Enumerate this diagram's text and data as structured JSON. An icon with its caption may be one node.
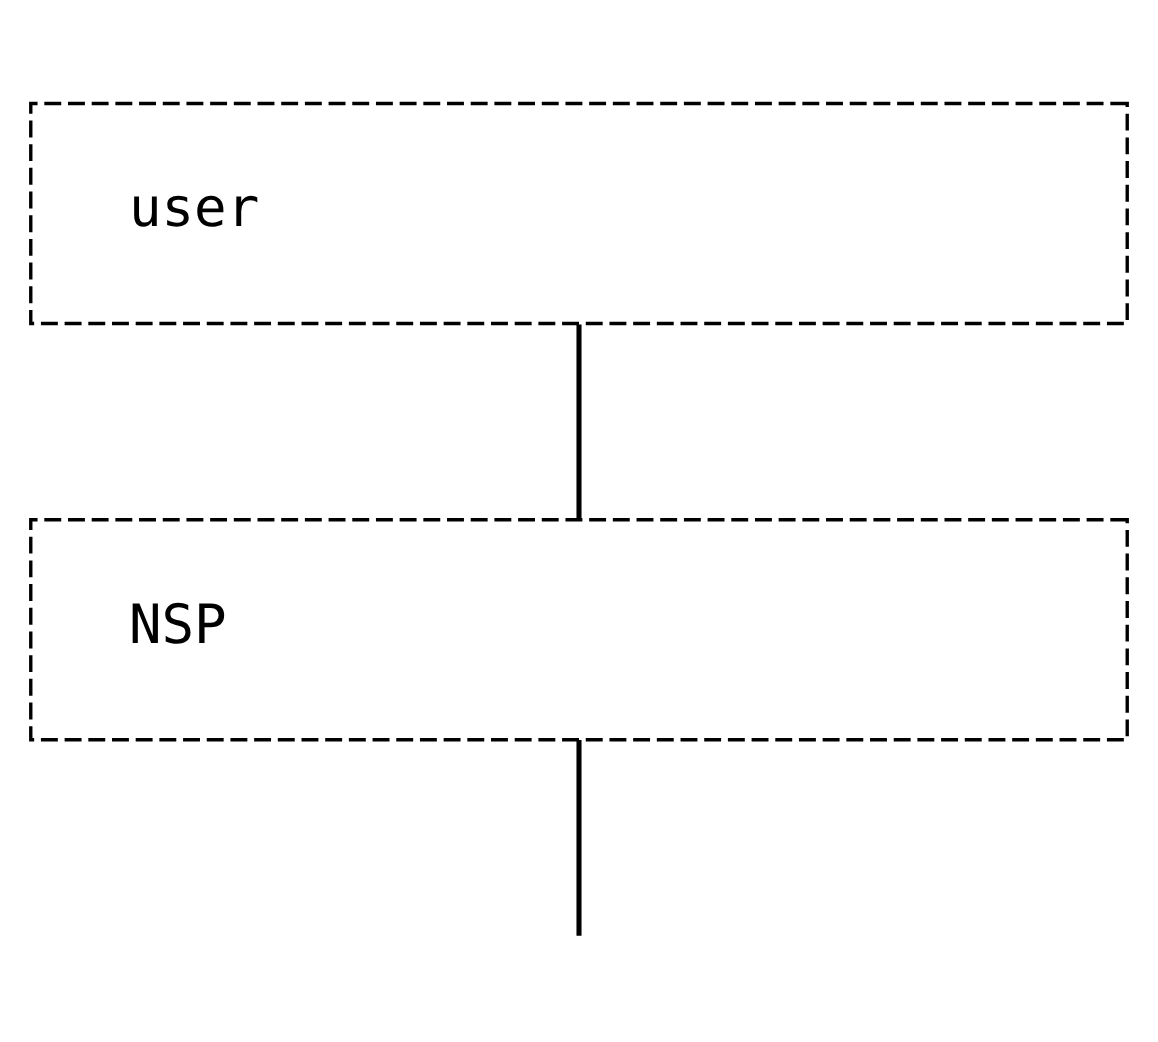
{
  "diagram": {
    "nodes": [
      {
        "text": [
          "user"
        ]
      },
      {
        "text": [
          "NSP"
        ]
      }
    ],
    "edges": [
      {
        "from": 0,
        "to": 1,
        "arrow": "none"
      },
      {
        "from": 1,
        "to": null,
        "arrow": "none"
      }
    ]
  }
}
